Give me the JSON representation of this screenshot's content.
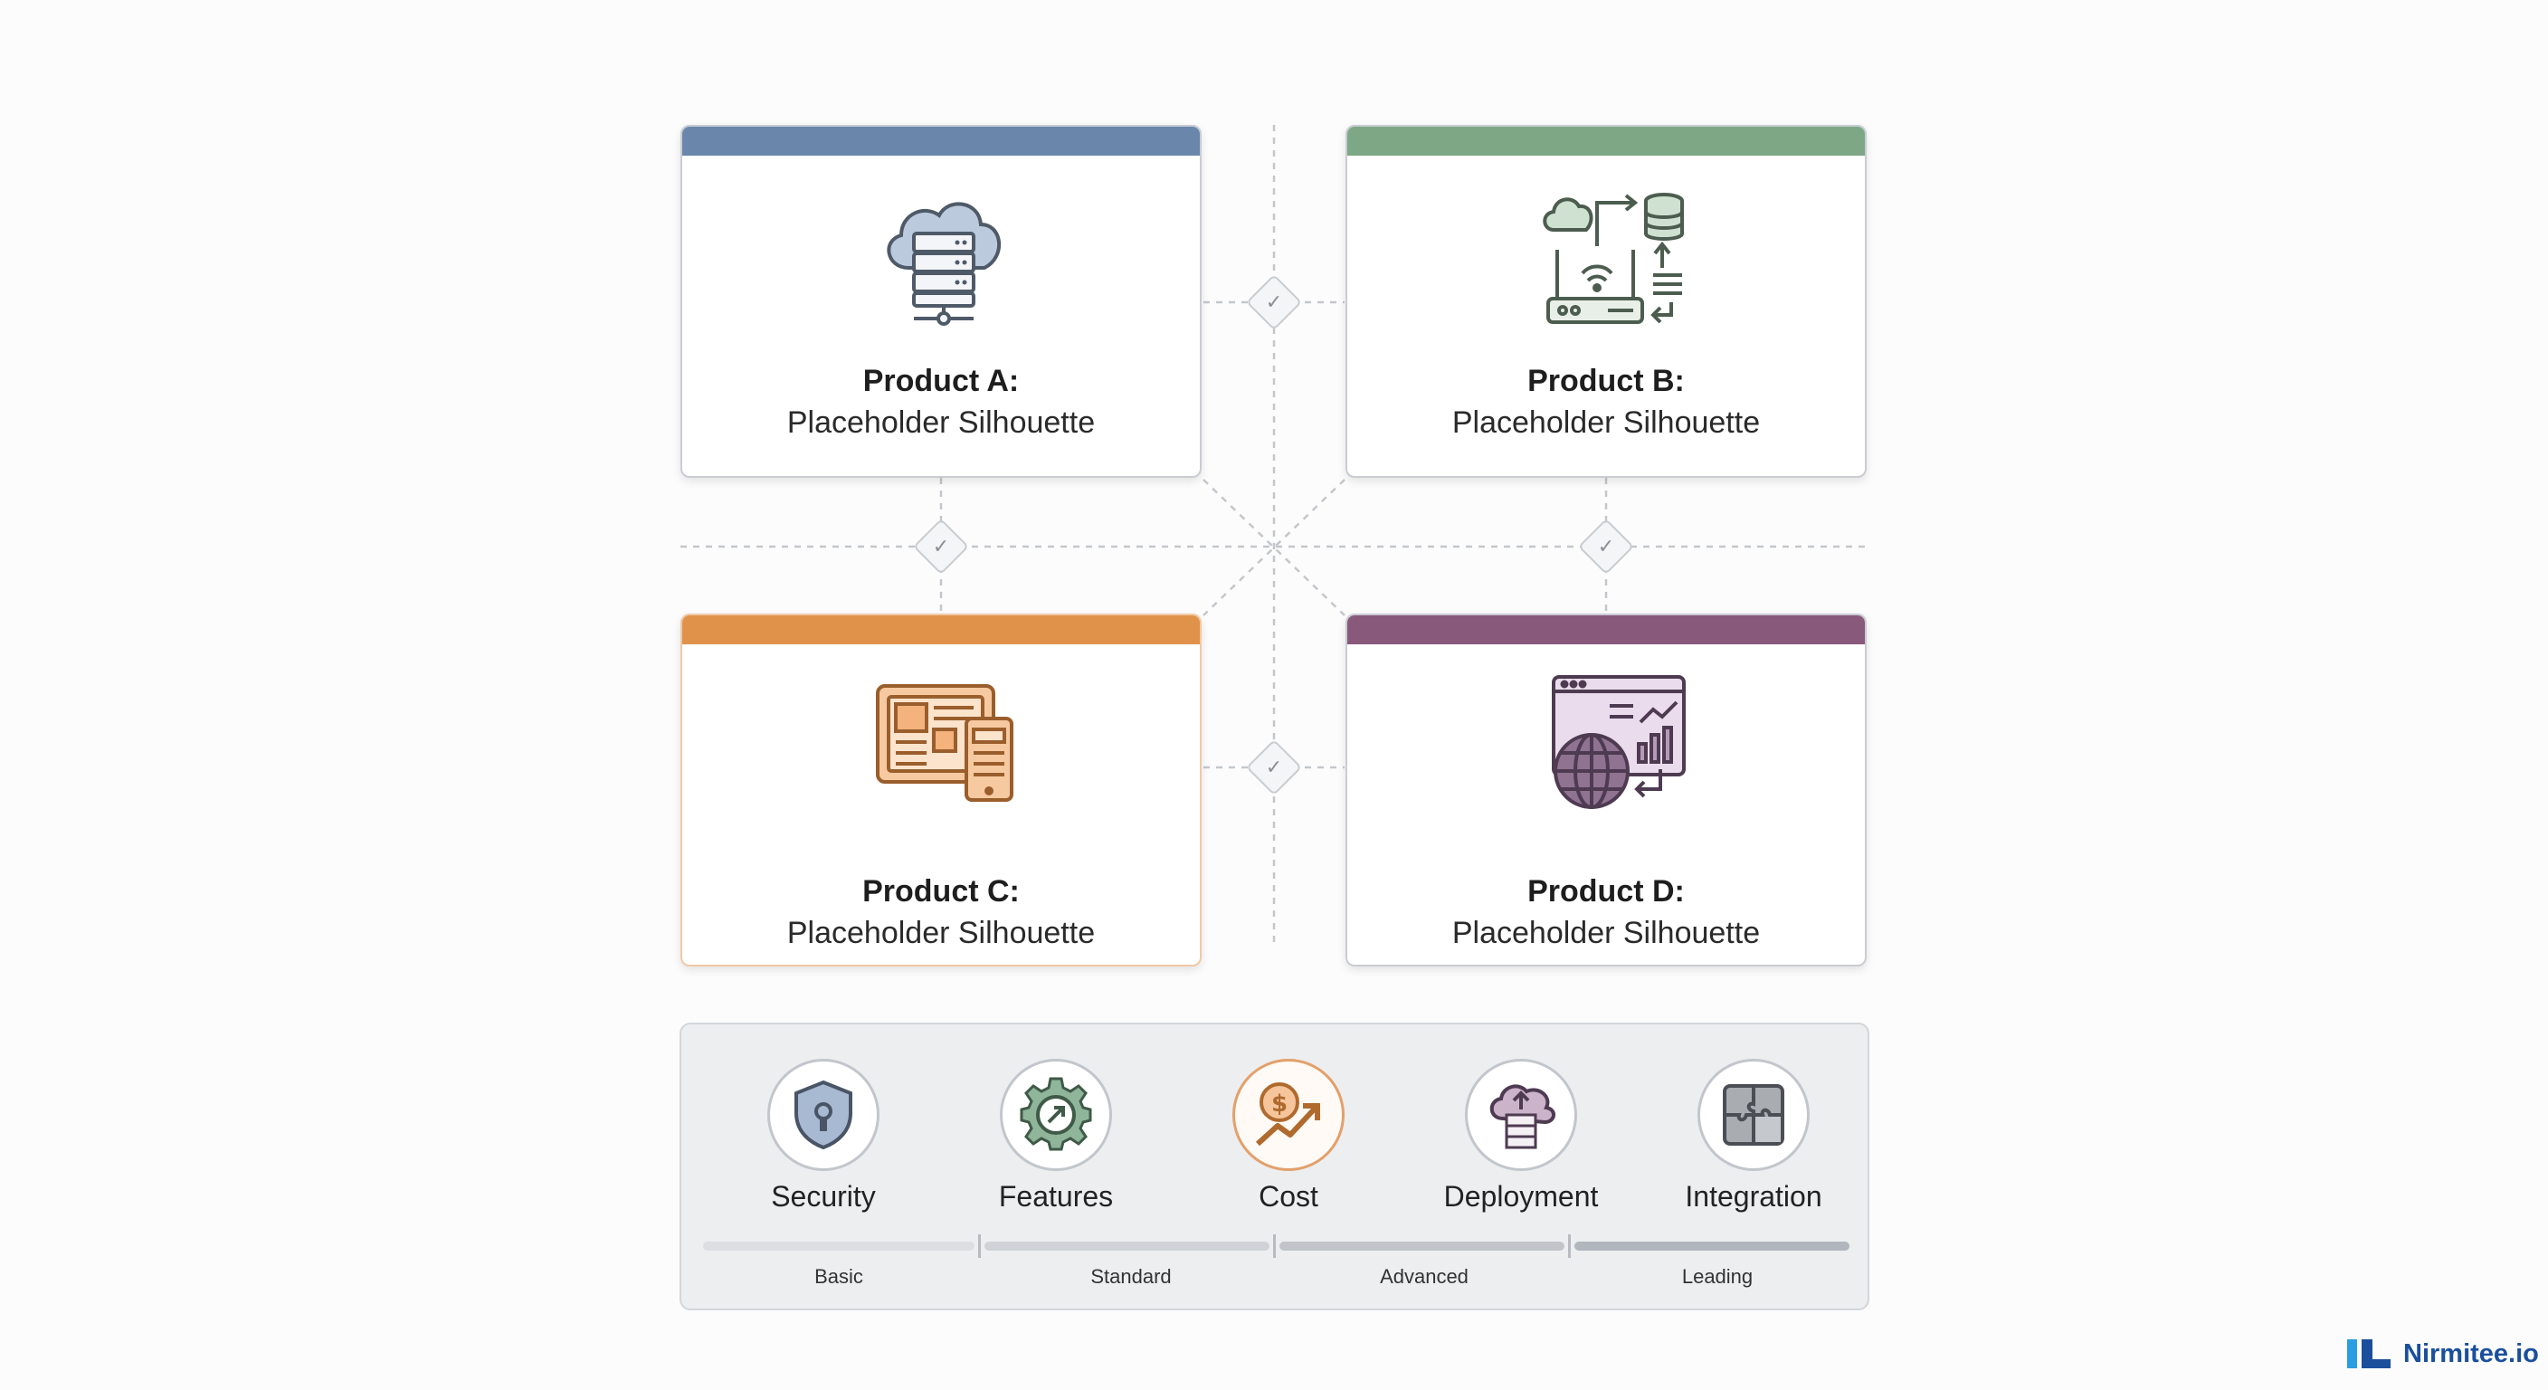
{
  "products": [
    {
      "id": "a",
      "title": "Product A:",
      "subtitle": "Placeholder Silhouette",
      "color": "#6a87ab",
      "icon": "cloud-server-icon"
    },
    {
      "id": "b",
      "title": "Product B:",
      "subtitle": "Placeholder Silhouette",
      "color": "#7ea885",
      "icon": "network-router-database-icon"
    },
    {
      "id": "c",
      "title": "Product C:",
      "subtitle": "Placeholder Silhouette",
      "color": "#e0924a",
      "icon": "tablet-devices-icon"
    },
    {
      "id": "d",
      "title": "Product D:",
      "subtitle": "Placeholder Silhouette",
      "color": "#89597c",
      "icon": "globe-dashboard-icon"
    }
  ],
  "criteria": [
    {
      "label": "Security",
      "icon": "shield-lock-icon"
    },
    {
      "label": "Features",
      "icon": "gear-arrow-icon"
    },
    {
      "label": "Cost",
      "icon": "dollar-growth-icon",
      "color": "#e0924a"
    },
    {
      "label": "Deployment",
      "icon": "cloud-upload-server-icon"
    },
    {
      "label": "Integration",
      "icon": "puzzle-icon"
    }
  ],
  "scale": {
    "levels": [
      "Basic",
      "Standard",
      "Advanced",
      "Leading"
    ],
    "colors": [
      "#dcdee1",
      "#cfd2d6",
      "#c1c5ca",
      "#b1b6bd"
    ]
  },
  "brand": {
    "name": "Nirmitee.io",
    "color": "#1b4f9c",
    "accent": "#2a9ee0"
  }
}
